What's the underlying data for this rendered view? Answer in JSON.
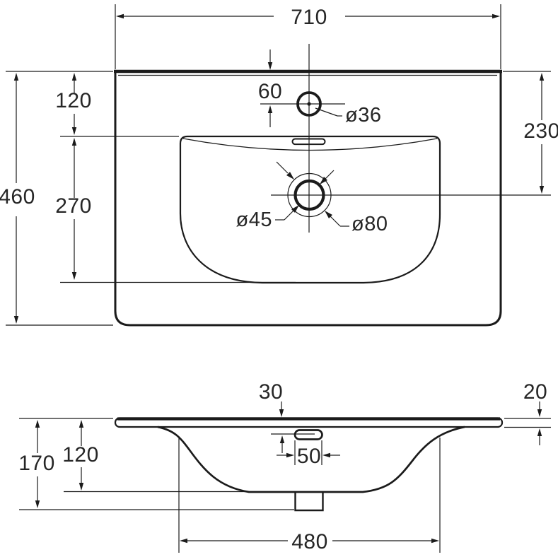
{
  "colors": {
    "background": "#ffffff",
    "ink": "#1b1b1b"
  },
  "top_view": {
    "view_name": "plan-view",
    "overall_width": "710",
    "overall_depth": "460",
    "edge_to_basin": "120",
    "basin_length": "270",
    "faucet_center_offset": "60",
    "drain_center_offset": "230",
    "faucet_hole_diameter": "ø36",
    "drain_hole_diameter": "ø45",
    "drain_recess_diameter": "ø80"
  },
  "front_view": {
    "view_name": "front-section-view",
    "overflow_from_top": "30",
    "apron_thickness": "20",
    "overall_height": "170",
    "basin_depth": "120",
    "overflow_width": "50",
    "basin_bottom_width": "480"
  }
}
